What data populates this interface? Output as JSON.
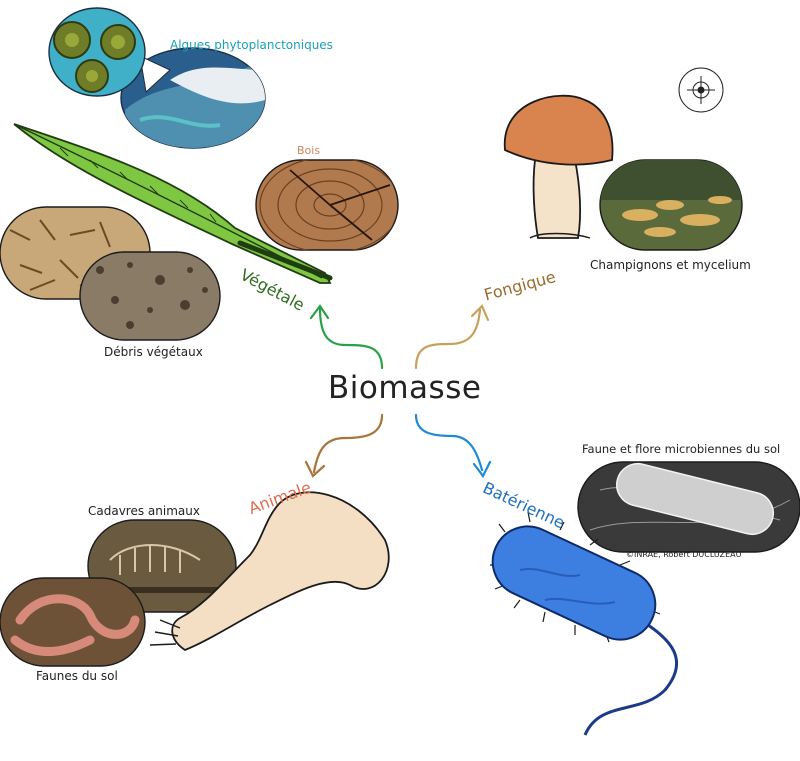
{
  "center": {
    "title": "Biomasse"
  },
  "branches": {
    "vegetale": {
      "label": "Végétale",
      "color": "#2e6b1e",
      "arrow_color": "#2aa146"
    },
    "fongique": {
      "label": "Fongique",
      "color": "#9a6a2c",
      "arrow_color": "#c9a05a"
    },
    "animale": {
      "label": "Animale",
      "color": "#e06b4e",
      "arrow_color": "#a8743a"
    },
    "bacterienne": {
      "label": "Batérienne",
      "color": "#1f6fc0",
      "arrow_color": "#1f8ad6"
    }
  },
  "captions": {
    "algues": "Algues phytoplanctoniques",
    "bois": "Bois",
    "debris": "Débris végétaux",
    "champignons": "Champignons et mycelium",
    "cadavres": "Cadavres animaux",
    "faunes": "Faunes du sol",
    "microbes": "Faune et flore microbiennes du sol",
    "credit": "©INRAE, Robert DUCLUZEAU"
  },
  "colors": {
    "algues_caption": "#1aa0b8",
    "bois_caption": "#c8875a",
    "leaf": "#7fc642",
    "mushroom_cap": "#d9834f",
    "bone": "#f4dfc4",
    "bacterium": "#3d7fe0"
  },
  "icons": [
    "leaf-icon",
    "mushroom-icon",
    "bone-icon",
    "bacterium-icon",
    "logo-seal-icon"
  ]
}
